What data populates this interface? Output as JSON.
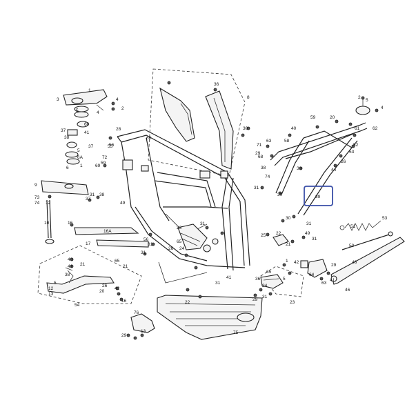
{
  "colors": {
    "highlight": "#3a4fa8",
    "line": "#222222",
    "background": "#ffffff"
  },
  "callouts": {
    "c1": "1",
    "c2": "2",
    "c3": "3",
    "c4": "4",
    "c5": "5",
    "c6": "6",
    "c6a": "6A",
    "c8": "8",
    "c9": "9",
    "c10": "10",
    "c12": "12",
    "c13": "13",
    "c16": "16",
    "c16a": "16A",
    "c17": "17",
    "c20": "20",
    "c21": "21",
    "c22": "22",
    "c23": "23",
    "c24": "24",
    "c25": "25",
    "c26": "26",
    "c28": "28",
    "c29": "29",
    "c30": "30",
    "c31": "31",
    "c33": "33",
    "c36": "36",
    "c37": "37",
    "c38": "38",
    "c39": "39",
    "c40": "40",
    "c41": "41",
    "c42": "42",
    "c44": "44",
    "c46": "46",
    "c48": "48",
    "c49": "49",
    "c50": "50",
    "c51": "51",
    "c52": "52",
    "c53": "53",
    "c54": "54",
    "c55": "55",
    "c56": "56",
    "c58": "58",
    "c59": "59",
    "c60": "60",
    "c61": "61",
    "c62": "62",
    "c63": "63",
    "c64": "64",
    "c65": "65",
    "c66": "66",
    "c68": "68",
    "c69": "69",
    "c71": "71",
    "c72": "72",
    "c73": "73",
    "c74": "74",
    "c75": "75",
    "c76": "76"
  }
}
